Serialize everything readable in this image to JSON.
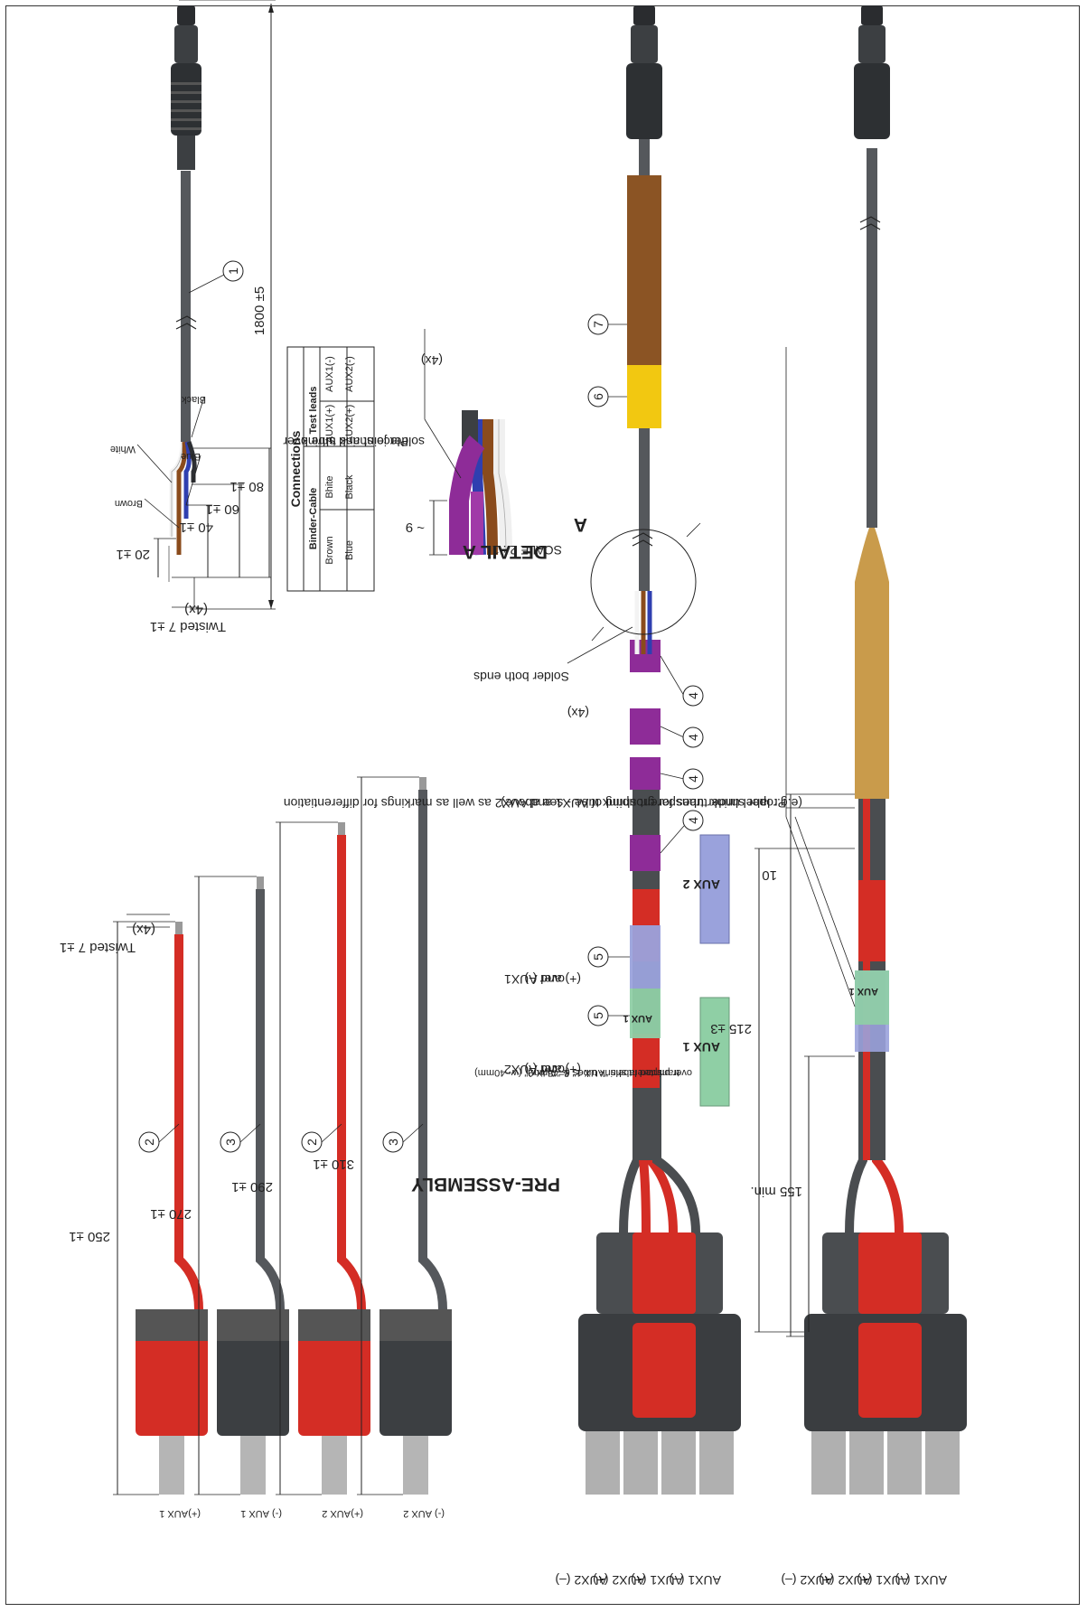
{
  "colors": {
    "cable_gray": "#55585c",
    "cable_dark": "#3c3f42",
    "red": "#d42d25",
    "brown_tube": "#8b5424",
    "yellow_tube": "#f2c811",
    "purple_tube": "#8e2c98",
    "aux1_label": "#8fcfa5",
    "aux2_label": "#9aa2dc",
    "wire_blue": "#2f3fb0",
    "wire_white": "#f3f3f3",
    "wire_brown": "#8a4b1c"
  },
  "leads": [
    {
      "plug_line1": "AUX 1",
      "plug_line2": "(+)",
      "length": "250 ±1",
      "balloon": "2",
      "color": "red"
    },
    {
      "plug_line1": "AUX 1",
      "plug_line2": "(-)",
      "length": "270 ±1",
      "balloon": "3",
      "color": "gray"
    },
    {
      "plug_line1": "AUX 2",
      "plug_line2": "(+)",
      "length": "290 ±1",
      "balloon": "2",
      "color": "red"
    },
    {
      "plug_line1": "AUX 2",
      "plug_line2": "(-)",
      "length": "310 ±1",
      "balloon": "3",
      "color": "gray"
    }
  ],
  "leads_twist": {
    "label": "Twisted  7 ±1",
    "count": "(4x)"
  },
  "binder": {
    "balloon": "1",
    "total_length": "1800 ±5",
    "dims": [
      "20 ±1",
      "40 ±1",
      "60 ±1",
      "80 ±1"
    ],
    "twist_label": "Twisted  7 ±1",
    "twist_count": "(4x)",
    "wires": [
      "Brown",
      "White",
      "Blue",
      "Black"
    ]
  },
  "connections_table": {
    "title": "Connections",
    "headers": [
      "Binder-Cable",
      "Test leads"
    ],
    "rows": [
      [
        "Brown",
        "AUX1(+)"
      ],
      [
        "Bhite",
        "AUX1(-)"
      ],
      [
        "Blue",
        "AUX2(+)"
      ],
      [
        "Black",
        "AUX2(-)"
      ]
    ]
  },
  "detail": {
    "note_line1": "Place shrink tube over",
    "note_line2": "solder joint and shrink",
    "count": "(4x)",
    "dim": "~ 9",
    "title": "DETAIL A",
    "scale": "SCALE  2 : 1"
  },
  "pre_assembly": {
    "title": "PRE-ASSEMBLY",
    "solder_note": "Solder both ends",
    "solder_count": "(4x)",
    "detail_ref": "A",
    "balloons_4": [
      "4",
      "4",
      "4",
      "4"
    ],
    "balloon_5": "5",
    "balloon_6": "6",
    "balloon_7": "7",
    "over_aux2_line1": "over AUX2",
    "over_aux2_line2": "(+) and (-)",
    "over_aux1_line1": "over AUX1",
    "over_aux1_line2": "(+) and (-)",
    "shrink_note_line1": "transparent shrink tubes (l=45mm)",
    "shrink_note_line2": "over printed labels \"AUX 1\" & \"AUX 2\" (w~40mm)",
    "label_aux1": "AUX 1",
    "label_aux2": "AUX 2",
    "plug_labels": [
      "AUX2 (–)",
      "AUX2 (+)",
      "AUX1 (+)",
      "AUX1 (–)"
    ]
  },
  "final_assembly": {
    "dim_215": "215 ±3",
    "dim_155": "155 min.",
    "dim_10": "10",
    "note_line1": "Proper shrink tubes for grouping of AUX1 and AUX2 as well as markings for differentiation",
    "note_line2": "(e.g.: label under transparent shrink tube - see above)",
    "plug_labels": [
      "AUX2 (–)",
      "AUX2 (+)",
      "AUX1 (+)",
      "AUX1 (–)"
    ],
    "label_aux1": "AUX 1"
  }
}
